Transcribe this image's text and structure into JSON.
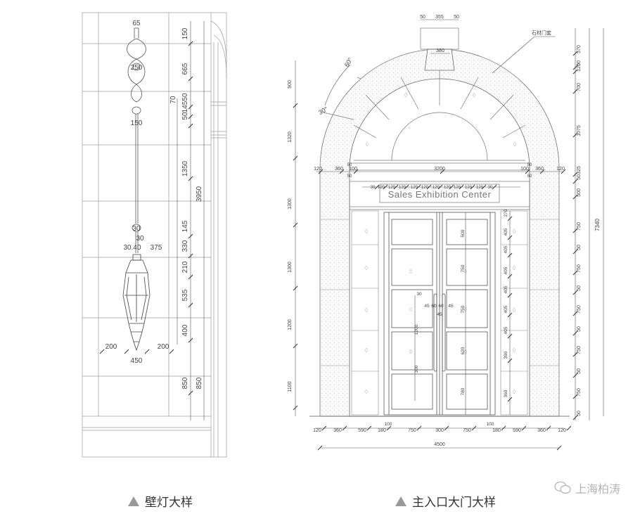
{
  "left_drawing": {
    "top_dims": [
      "65"
    ],
    "ornament_dims": [
      "250",
      "150"
    ],
    "right_dims": [
      "150",
      "665",
      "50",
      "145",
      "50",
      "1350",
      "145",
      "330",
      "210",
      "535",
      "400",
      "850"
    ],
    "vertical_total": "3950",
    "vertical_70": "70",
    "rod_dims": [
      "30",
      "30",
      "30.40",
      "375"
    ],
    "bottom_dims": [
      "200",
      "200",
      "450"
    ],
    "far_right_dim": "850"
  },
  "right_drawing": {
    "top_dims": [
      "50",
      "355",
      "50"
    ],
    "keystone_dim": "380",
    "label_note": "石材门套",
    "angle_1": "60°",
    "angle_2": "30°",
    "left_heights": [
      "900",
      "1320",
      "1300",
      "1300",
      "1200",
      "1100"
    ],
    "right_heights": [
      "570",
      "50",
      "120",
      "700",
      "1075",
      "325",
      "50",
      "500",
      "750",
      "50",
      "750",
      "50",
      "750",
      "50",
      "750",
      "50",
      "750",
      "50"
    ],
    "overall_height": "7340",
    "transom_row": [
      "120",
      "360",
      "100",
      "3200",
      "100",
      "360",
      "120"
    ],
    "transom_small": [
      "50",
      "50",
      "50",
      "50"
    ],
    "sign_dims": [
      "30",
      "120",
      "120",
      "120",
      "120",
      "120",
      "120",
      "120",
      "120",
      "120",
      "120",
      "30"
    ],
    "sign_text": "Sales Exhibition Center",
    "door_dims_left": [
      "500",
      "750",
      "750",
      "620",
      "780",
      "1200",
      "300"
    ],
    "door_dims_right": [
      "270",
      "405",
      "405",
      "405",
      "405",
      "405",
      "405",
      "390",
      "360"
    ],
    "handle_dims": [
      "45",
      "60",
      "60",
      "45",
      "45",
      "30"
    ],
    "bottom_row": [
      "120",
      "360",
      "590",
      "180",
      "750",
      "300",
      "750",
      "180",
      "590",
      "360",
      "120"
    ],
    "bottom_small": [
      "100",
      "100"
    ],
    "overall_width": "4500"
  },
  "captions": {
    "left": "壁灯大样",
    "right": "主入口大门大样"
  },
  "watermark": "上海柏涛",
  "colors": {
    "line": "#8a8a8a",
    "dim": "#555555",
    "text": "#333333",
    "caption_triangle": "#9a9a9a"
  }
}
